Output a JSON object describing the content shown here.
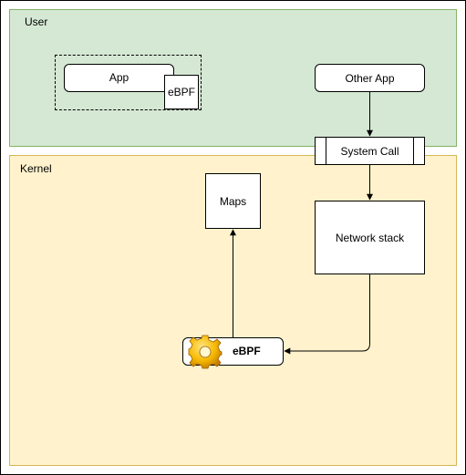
{
  "zones": {
    "user": {
      "label": "User"
    },
    "kernel": {
      "label": "Kernel"
    }
  },
  "nodes": {
    "app": "App",
    "app_ebpf": "eBPF",
    "other_app": "Other App",
    "system_call": "System Call",
    "maps": "Maps",
    "network_stack": "Network stack",
    "kernel_ebpf": "eBPF"
  },
  "icons": {
    "kernel_ebpf_icon": "gear-icon"
  },
  "colors": {
    "user_fill": "#d5e8d4",
    "user_stroke": "#82b366",
    "kernel_fill": "#fff2cc",
    "kernel_stroke": "#d6b656",
    "gear_fill": "#f5b800"
  }
}
